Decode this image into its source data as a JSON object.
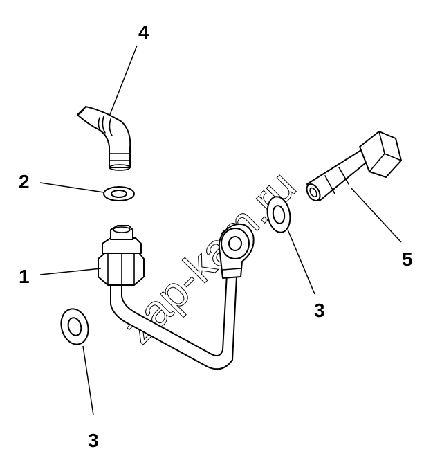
{
  "callouts": {
    "c1": "1",
    "c2": "2",
    "c3a": "3",
    "c3b": "3",
    "c4": "4",
    "c5": "5"
  },
  "watermark": "zap-kam.ru"
}
